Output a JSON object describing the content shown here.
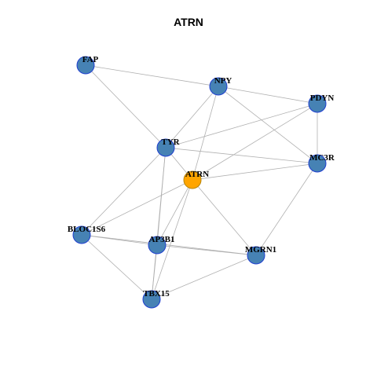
{
  "title": "ATRN",
  "colors": {
    "node_fill": "#4682b4",
    "node_stroke": "#1f3fd0",
    "center_fill": "#ffa500",
    "center_stroke": "#b8860b",
    "edge": "#b0b0b0",
    "label": "#000000"
  },
  "nodes": [
    {
      "id": "FAP",
      "label": "FAP",
      "center": false
    },
    {
      "id": "NPY",
      "label": "NPY",
      "center": false
    },
    {
      "id": "PDYN",
      "label": "PDYN",
      "center": false
    },
    {
      "id": "TYR",
      "label": "TYR",
      "center": false
    },
    {
      "id": "ATRN",
      "label": "ATRN",
      "center": true
    },
    {
      "id": "MC3R",
      "label": "MC3R",
      "center": false
    },
    {
      "id": "BLOC1S6",
      "label": "BLOC1S6",
      "center": false
    },
    {
      "id": "AP3B1",
      "label": "AP3B1",
      "center": false
    },
    {
      "id": "MGRN1",
      "label": "MGRN1",
      "center": false
    },
    {
      "id": "TBX15",
      "label": "TBX15",
      "center": false
    }
  ],
  "edges": [
    [
      "FAP",
      "NPY"
    ],
    [
      "FAP",
      "TYR"
    ],
    [
      "NPY",
      "PDYN"
    ],
    [
      "NPY",
      "TYR"
    ],
    [
      "NPY",
      "ATRN"
    ],
    [
      "NPY",
      "MC3R"
    ],
    [
      "PDYN",
      "TYR"
    ],
    [
      "PDYN",
      "ATRN"
    ],
    [
      "PDYN",
      "MC3R"
    ],
    [
      "TYR",
      "ATRN"
    ],
    [
      "TYR",
      "MC3R"
    ],
    [
      "TYR",
      "BLOC1S6"
    ],
    [
      "TYR",
      "AP3B1"
    ],
    [
      "TYR",
      "TBX15"
    ],
    [
      "ATRN",
      "MC3R"
    ],
    [
      "ATRN",
      "BLOC1S6"
    ],
    [
      "ATRN",
      "AP3B1"
    ],
    [
      "ATRN",
      "MGRN1"
    ],
    [
      "ATRN",
      "TBX15"
    ],
    [
      "MC3R",
      "MGRN1"
    ],
    [
      "BLOC1S6",
      "AP3B1"
    ],
    [
      "BLOC1S6",
      "MGRN1"
    ],
    [
      "BLOC1S6",
      "TBX15"
    ],
    [
      "AP3B1",
      "MGRN1"
    ],
    [
      "AP3B1",
      "TBX15"
    ],
    [
      "MGRN1",
      "TBX15"
    ]
  ]
}
